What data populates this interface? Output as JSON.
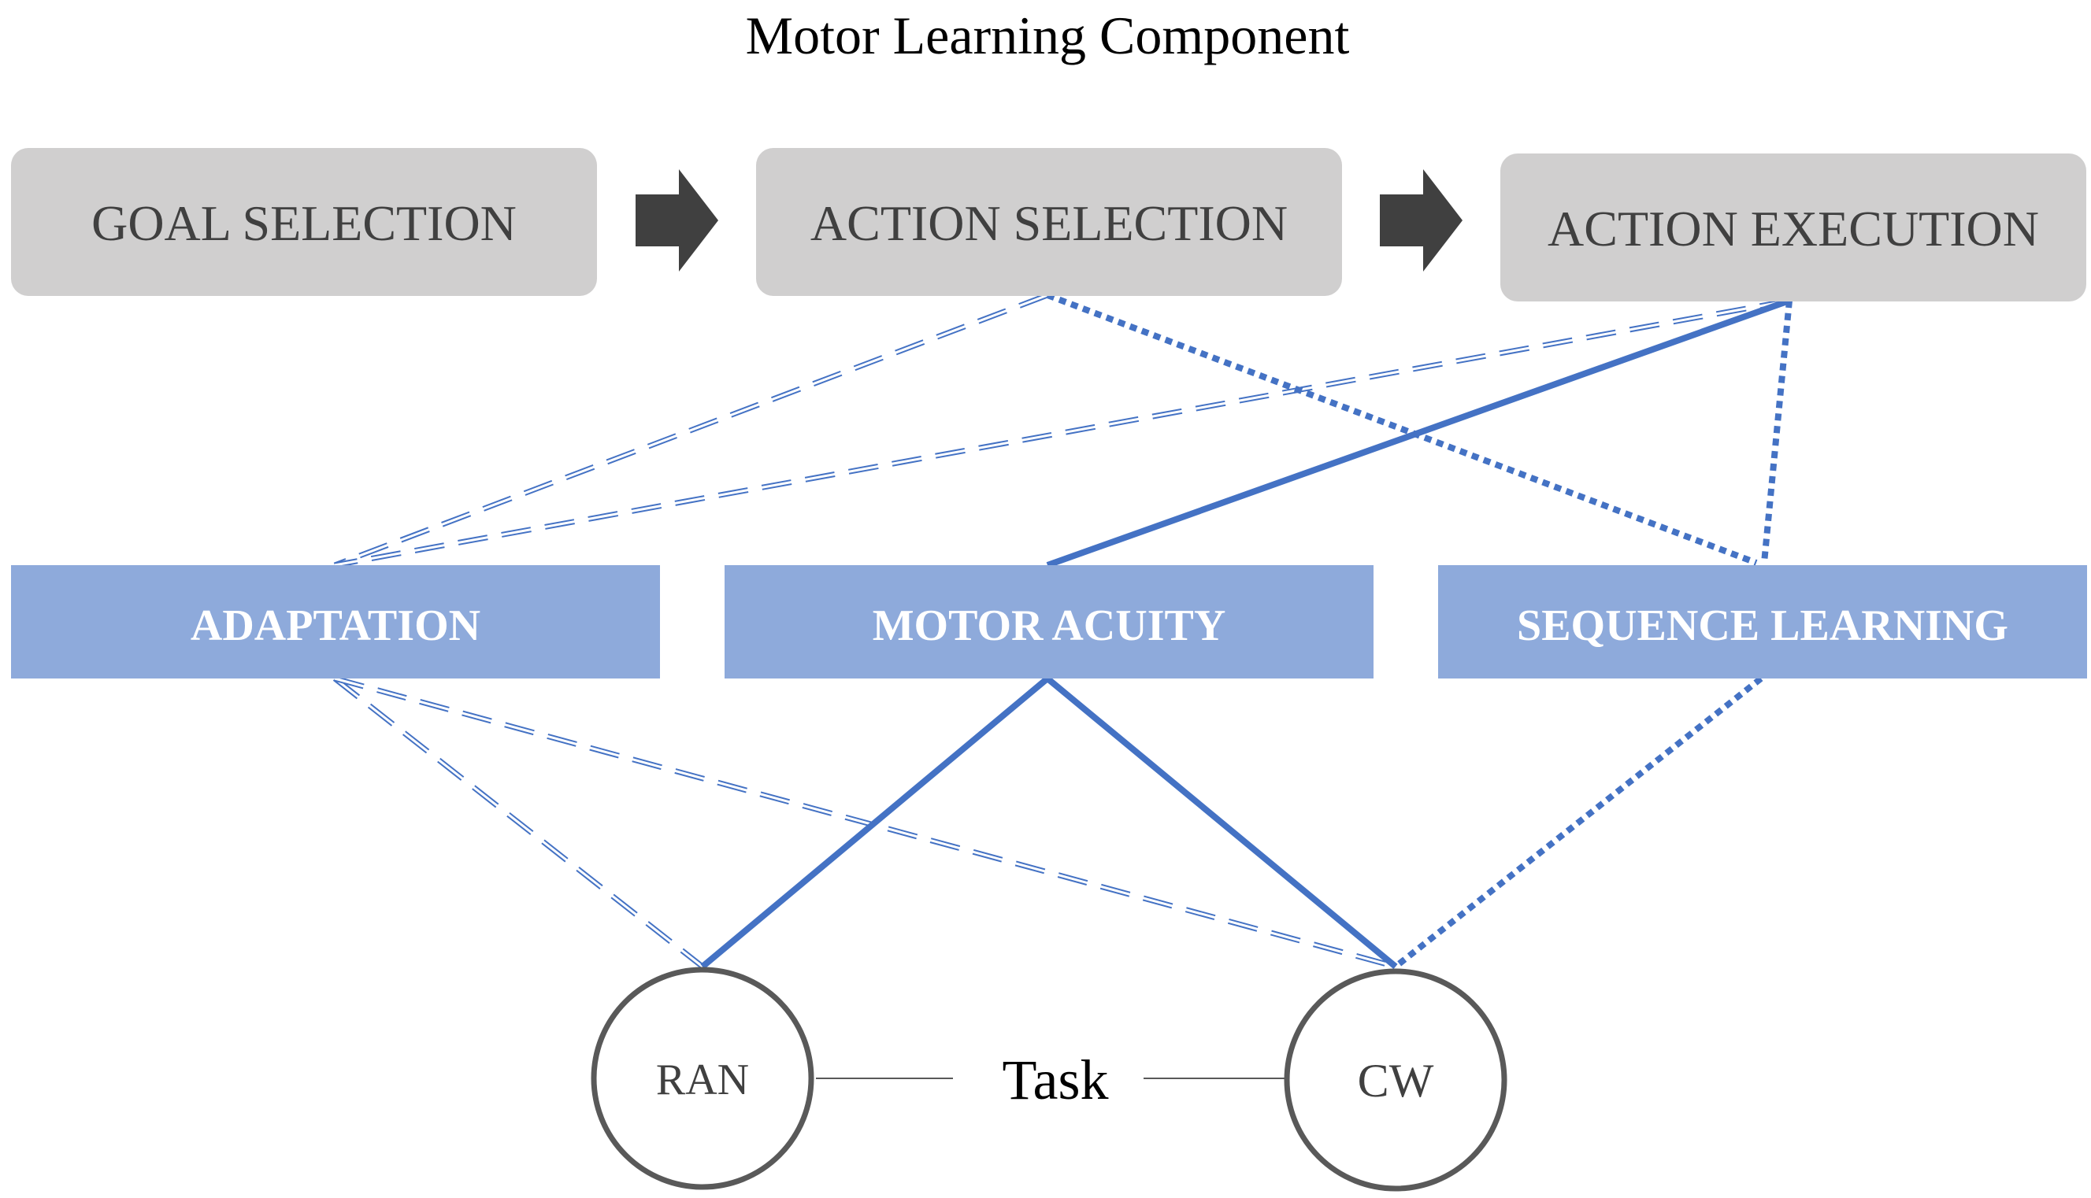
{
  "title": "Motor Learning Component",
  "stages": [
    {
      "label": "GOAL SELECTION"
    },
    {
      "label": "ACTION SELECTION"
    },
    {
      "label": "ACTION EXECUTION"
    }
  ],
  "components": [
    {
      "label": "ADAPTATION"
    },
    {
      "label": "MOTOR ACUITY"
    },
    {
      "label": "SEQUENCE LEARNING"
    }
  ],
  "tasks": [
    {
      "label": "RAN"
    },
    {
      "label": "CW"
    }
  ],
  "task_label": "Task",
  "colors": {
    "stage_fill": "#d0cfcf",
    "stage_text": "#404040",
    "component_fill": "#8eaadb",
    "component_text": "#ffffff",
    "link": "#4472c4",
    "arrow": "#404040",
    "circle_stroke": "#595959",
    "title": "#000000"
  },
  "links": [
    {
      "from": "ACTION SELECTION",
      "to": "ADAPTATION",
      "style": "double-dashed"
    },
    {
      "from": "ACTION EXECUTION",
      "to": "ADAPTATION",
      "style": "double-dashed"
    },
    {
      "from": "ACTION SELECTION",
      "to": "SEQUENCE LEARNING",
      "style": "dotted"
    },
    {
      "from": "ACTION EXECUTION",
      "to": "SEQUENCE LEARNING",
      "style": "dotted"
    },
    {
      "from": "ACTION EXECUTION",
      "to": "MOTOR ACUITY",
      "style": "solid"
    },
    {
      "from": "ADAPTATION",
      "to": "RAN",
      "style": "double-dashed"
    },
    {
      "from": "ADAPTATION",
      "to": "CW",
      "style": "double-dashed"
    },
    {
      "from": "MOTOR ACUITY",
      "to": "RAN",
      "style": "solid"
    },
    {
      "from": "MOTOR ACUITY",
      "to": "CW",
      "style": "solid"
    },
    {
      "from": "SEQUENCE LEARNING",
      "to": "CW",
      "style": "dotted"
    }
  ]
}
